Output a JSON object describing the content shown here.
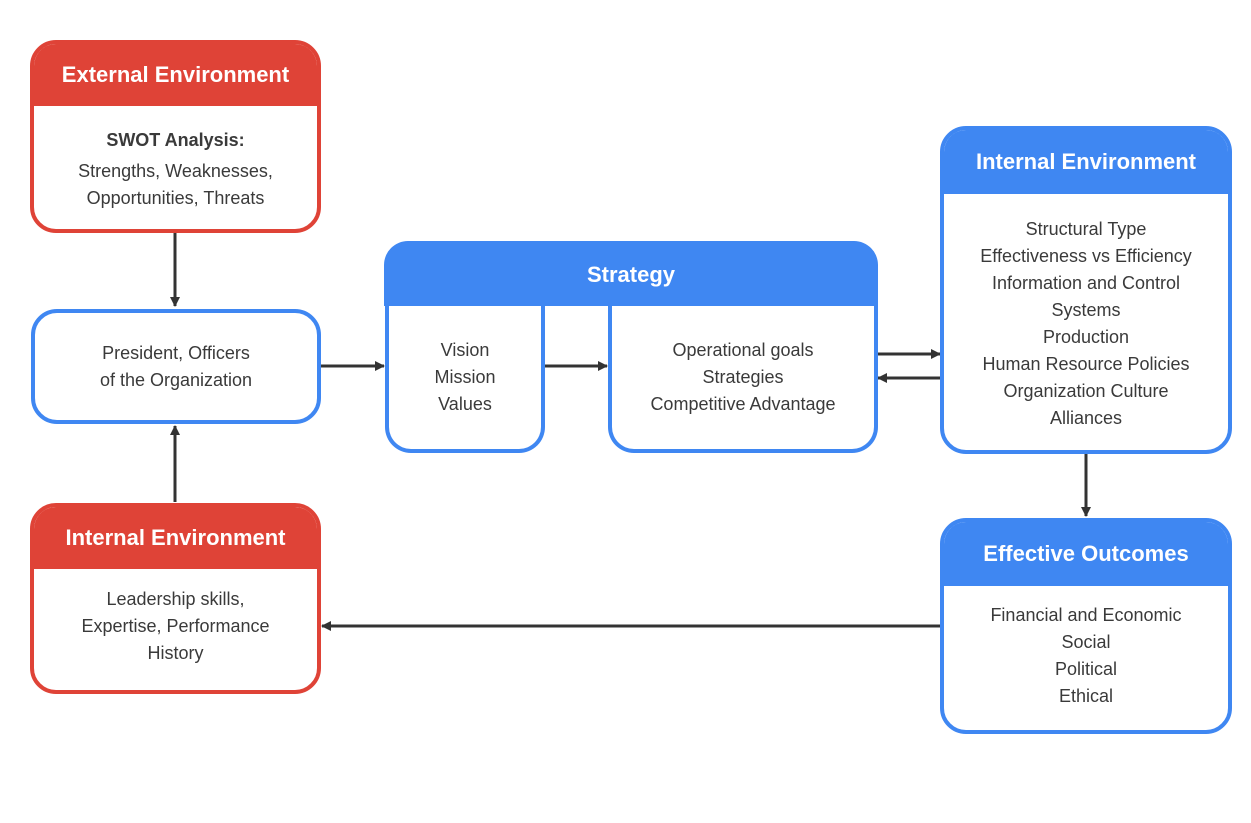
{
  "external_environment": {
    "title": "External Environment",
    "subtitle": "SWOT Analysis:",
    "lines": [
      "Strengths, Weaknesses,",
      "Opportunities, Threats"
    ]
  },
  "president": {
    "lines": [
      "President, Officers",
      "of the Organization"
    ]
  },
  "internal_environment_left": {
    "title": "Internal Environment",
    "lines": [
      "Leadership skills,",
      "Expertise, Performance",
      "History"
    ]
  },
  "strategy": {
    "title": "Strategy",
    "left_lines": [
      "Vision",
      "Mission",
      "Values"
    ],
    "right_lines": [
      "Operational goals",
      "Strategies",
      "Competitive Advantage"
    ]
  },
  "internal_environment_right": {
    "title": "Internal Environment",
    "lines": [
      "Structural Type",
      "Effectiveness vs Efficiency",
      "Information and Control",
      "Systems",
      "Production",
      "Human Resource Policies",
      "Organization Culture",
      "Alliances"
    ]
  },
  "effective_outcomes": {
    "title": "Effective Outcomes",
    "lines": [
      "Financial and Economic",
      "Social",
      "Political",
      "Ethical"
    ]
  },
  "colors": {
    "red": "#df4337",
    "blue": "#3f87f2",
    "arrow": "#333333"
  }
}
